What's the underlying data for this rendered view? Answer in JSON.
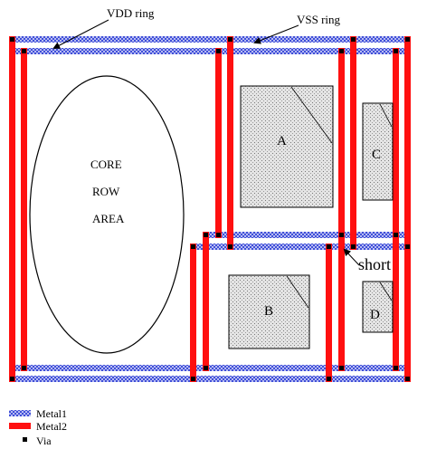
{
  "labels": {
    "vdd_ring": "VDD ring",
    "vss_ring": "VSS ring",
    "core_line1": "CORE",
    "core_line2": "ROW",
    "core_line3": "AREA",
    "block_a": "A",
    "block_b": "B",
    "block_c": "C",
    "block_d": "D",
    "short": "short"
  },
  "legend": {
    "metal1": "Metal1",
    "metal2": "Metal2",
    "via": "Via"
  },
  "colors": {
    "metal1_fill": "#b8bcf2",
    "metal1_pattern": "#3f4fd8",
    "metal2": "#ff1010",
    "via": "#000000",
    "block_fill": "#d9d9d9"
  }
}
